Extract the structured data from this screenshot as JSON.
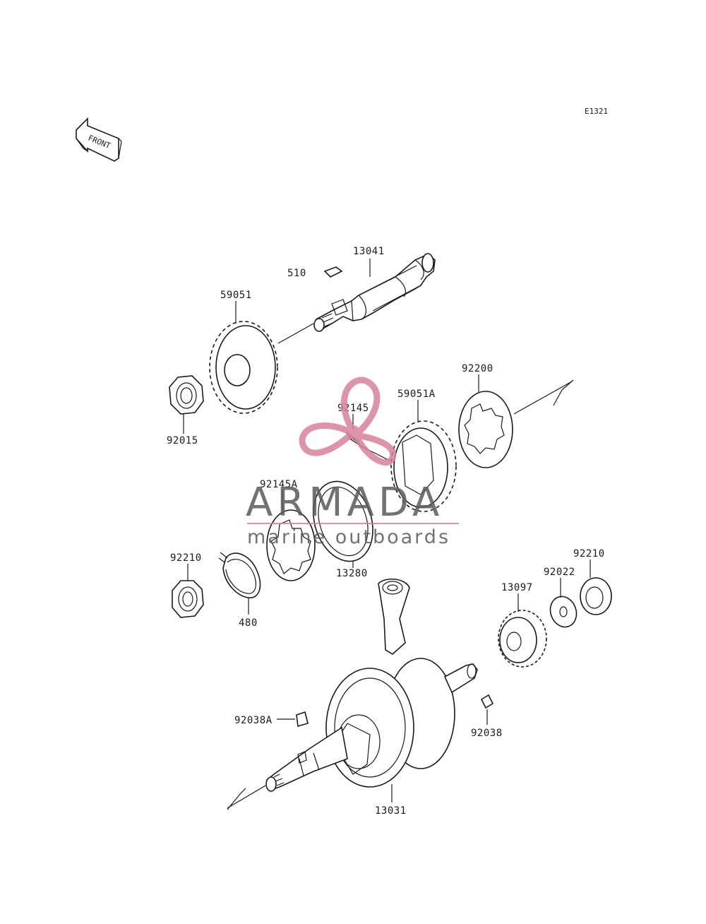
{
  "diagram_code": "E1321",
  "front_arrow_text": "FRONT",
  "parts": {
    "p13041": "13041",
    "p510": "510",
    "p59051": "59051",
    "p92015": "92015",
    "p92145": "92145",
    "p59051A": "59051A",
    "p92200": "92200",
    "p92145A": "92145A",
    "p13280": "13280",
    "p92210_left": "92210",
    "p480": "480",
    "p92210_right": "92210",
    "p92022": "92022",
    "p13097": "13097",
    "p92038A": "92038A",
    "p92038": "92038",
    "p13031": "13031"
  },
  "watermark": {
    "title": "ARMADA",
    "subtitle": "marine outboards",
    "colors": {
      "text": "#5a5a5a",
      "accent": "#d9829a"
    }
  }
}
